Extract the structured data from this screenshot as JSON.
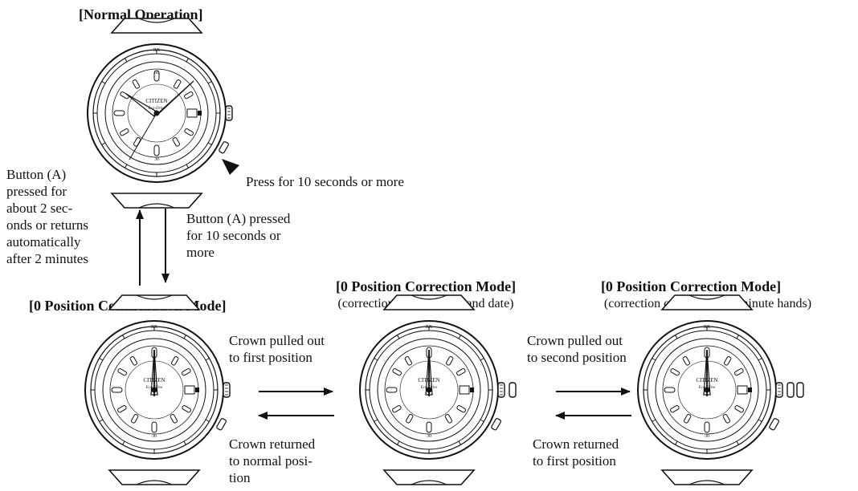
{
  "titles": {
    "normal": "[Normal Operation]",
    "confirmation": "[0 Position Confirmation Mode]",
    "correction1": "[0 Position Correction Mode]",
    "correction1_sub": "(correction of hour hand and date)",
    "correction2": "[0 Position Correction Mode]",
    "correction2_sub": "(correction of second and minute hands)"
  },
  "labels": {
    "press_hint": "Press for 10 seconds or more",
    "button_up": "Button (A)\npressed for\nabout 2 sec-\nonds or returns\nautomatically\nafter 2 minutes",
    "button_down": "Button (A) pressed\nfor 10 seconds or\nmore",
    "crown_out_first": "Crown pulled out\nto first position",
    "crown_return_normal": "Crown returned\nto normal posi-\ntion",
    "crown_out_second": "Crown pulled out\nto second position",
    "crown_return_first": "Crown returned\nto first position"
  },
  "watch": {
    "brand": "CITIZEN",
    "model": "Eco-Drive",
    "bezel_top": "RX",
    "dial_60": "60",
    "dial_30": "30"
  }
}
